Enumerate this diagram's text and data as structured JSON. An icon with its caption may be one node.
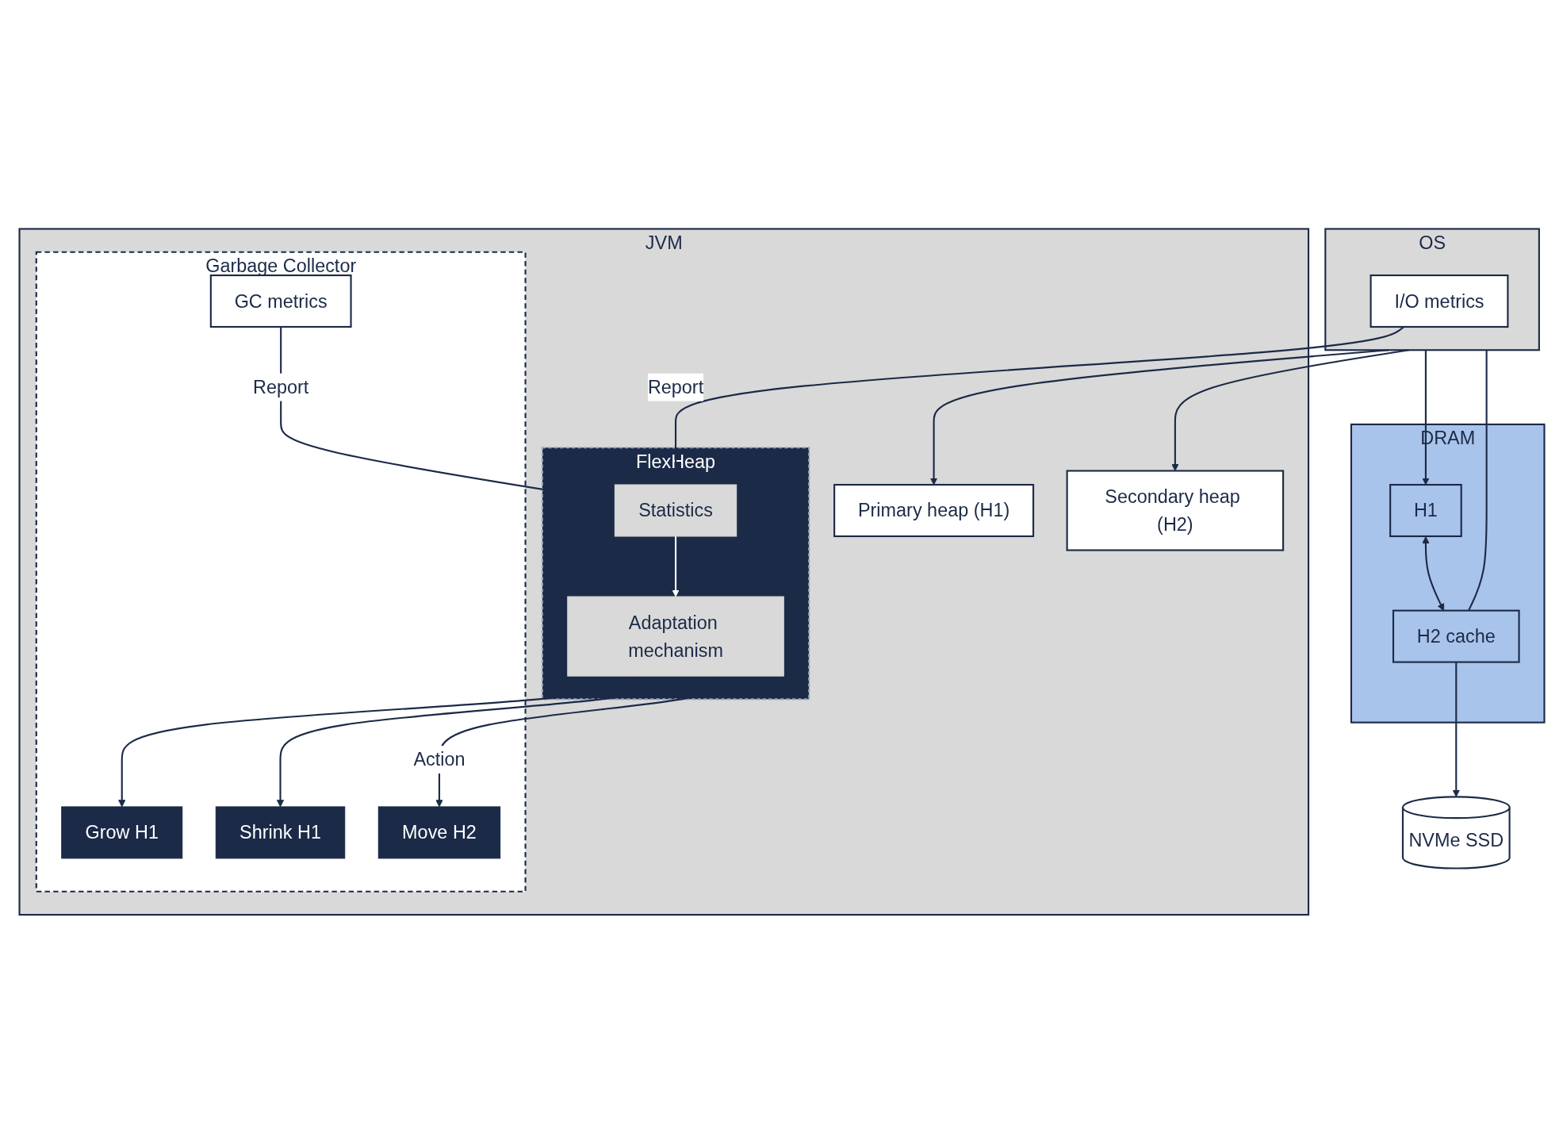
{
  "diagram": {
    "nodes": [
      {
        "text": [
          "JVM"
        ]
      },
      {
        "text": [
          "Garbage Collector"
        ],
        "in": 0
      },
      {
        "text": [
          "GC metrics"
        ],
        "in": 1
      },
      {
        "text": [
          "Grow H1"
        ],
        "in": 1
      },
      {
        "text": [
          "Shrink H1"
        ],
        "in": 1
      },
      {
        "text": [
          "Move H2"
        ],
        "in": 1
      },
      {
        "text": [
          "FlexHeap"
        ],
        "in": 0
      },
      {
        "text": [
          "Statistics"
        ],
        "in": 6
      },
      {
        "text": [
          "Adaptation mechanism"
        ],
        "in": 6
      },
      {
        "text": [
          "Primary heap (H1)"
        ],
        "in": 0
      },
      {
        "text": [
          "Secondary heap (H2)"
        ],
        "in": 0
      },
      {
        "text": [
          "OS"
        ]
      },
      {
        "text": [
          "I/O metrics"
        ],
        "in": 11
      },
      {
        "text": [
          "DRAM"
        ]
      },
      {
        "text": [
          "H1"
        ],
        "in": 13
      },
      {
        "text": [
          "H2 cache"
        ],
        "in": 13
      },
      {
        "text": [
          "NVMe SSD"
        ]
      }
    ],
    "edges": [
      {
        "from": 2,
        "to": 7,
        "arrow": "none",
        "label": "Report"
      },
      {
        "from": 7,
        "to": 8,
        "arrow": "to",
        "color": "#ffffff"
      },
      {
        "from": 8,
        "to": 3,
        "arrow": "to"
      },
      {
        "from": 8,
        "to": 4,
        "arrow": "to"
      },
      {
        "from": 8,
        "to": 5,
        "arrow": "to",
        "label": "Action"
      },
      {
        "from": 11,
        "to": 9,
        "arrow": "to"
      },
      {
        "from": 11,
        "to": 10,
        "arrow": "to"
      },
      {
        "from": 12,
        "to": 7,
        "arrow": "to",
        "label": "Report"
      },
      {
        "from": 11,
        "to": 14,
        "arrow": "to"
      },
      {
        "from": 11,
        "to": 15,
        "arrow": "none"
      },
      {
        "from": 14,
        "to": 15,
        "arrow": "both"
      },
      {
        "from": 15,
        "to": 16,
        "arrow": "to"
      }
    ]
  }
}
